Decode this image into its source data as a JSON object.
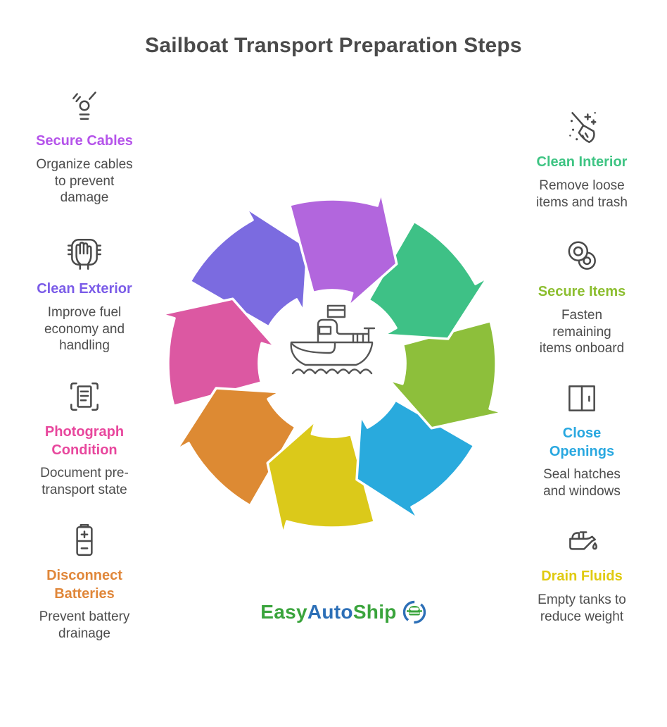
{
  "title": "Sailboat Transport Preparation Steps",
  "steps": {
    "left": [
      {
        "title": "Secure Cables",
        "desc": [
          "Organize cables",
          "to prevent",
          "damage"
        ],
        "color": "#b554ea",
        "icon": "cable-organizer-icon"
      },
      {
        "title": "Clean Exterior",
        "desc": [
          "Improve fuel",
          "economy and",
          "handling"
        ],
        "color": "#7b5ce8",
        "icon": "scrubbing-hand-icon"
      },
      {
        "title": [
          "Photograph",
          "Condition"
        ],
        "desc": [
          "Document pre-",
          "transport state"
        ],
        "color": "#e8479d",
        "icon": "document-scan-icon"
      },
      {
        "title": [
          "Disconnect",
          "Batteries"
        ],
        "desc": [
          "Prevent battery",
          "drainage"
        ],
        "color": "#e0873a",
        "icon": "battery-icon"
      }
    ],
    "right": [
      {
        "title": "Clean Interior",
        "desc": [
          "Remove loose",
          "items and trash"
        ],
        "color": "#3ec483",
        "icon": "broom-icon"
      },
      {
        "title": "Secure Items",
        "desc": [
          "Fasten",
          "remaining",
          "items onboard"
        ],
        "color": "#8cbe2f",
        "icon": "plates-icon"
      },
      {
        "title": [
          "Close",
          "Openings"
        ],
        "desc": [
          "Seal hatches",
          "and windows"
        ],
        "color": "#29a8e0",
        "icon": "window-icon"
      },
      {
        "title": "Drain Fluids",
        "desc": [
          "Empty tanks to",
          "reduce weight"
        ],
        "color": "#e0ca10",
        "icon": "oil-can-icon"
      }
    ]
  },
  "cycle": {
    "description": "eight-arrow clockwise cycle",
    "arrow_colors": [
      "#b266dd",
      "#3ec186",
      "#8dbf3b",
      "#29aadd",
      "#dbc91a",
      "#dd8a33",
      "#dc58a2",
      "#7b6be0"
    ],
    "center_icon": "boat-icon"
  },
  "logo": {
    "easy": "Easy",
    "auto": "Auto",
    "ship": "Ship",
    "easy_color": "#3aa43c",
    "auto_color": "#2c6fb7",
    "ship_color": "#3aa43c",
    "icon": "car-refresh-icon"
  }
}
